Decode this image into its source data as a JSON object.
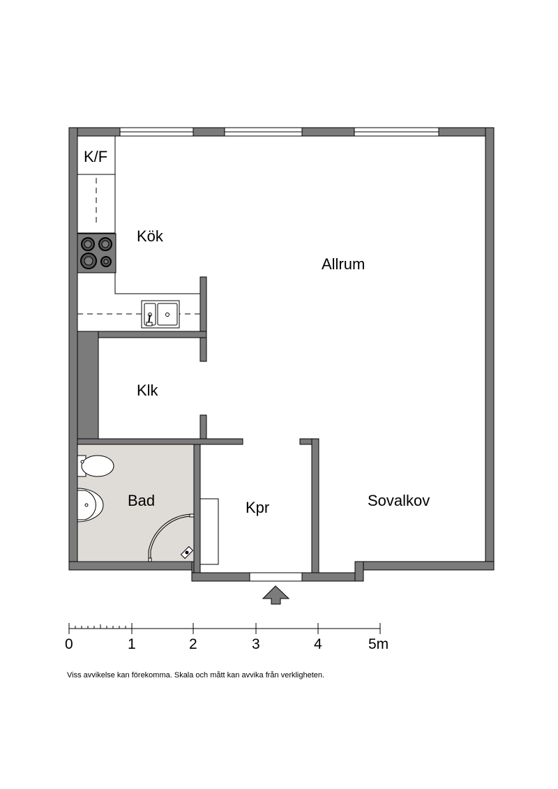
{
  "rooms": {
    "kf": "K/F",
    "kok": "Kök",
    "allrum": "Allrum",
    "klk": "Klk",
    "bad": "Bad",
    "kpr": "Kpr",
    "sovalkov": "Sovalkov"
  },
  "scale": {
    "labels": [
      "0",
      "1",
      "2",
      "3",
      "4",
      "5m"
    ]
  },
  "disclaimer": "Viss avvikelse kan förekomma. Skala och mått kan avvika från verkligheten.",
  "colors": {
    "wall": "#7b7b7b",
    "bathroom_floor": "#dfdbd7",
    "line": "#000000"
  }
}
